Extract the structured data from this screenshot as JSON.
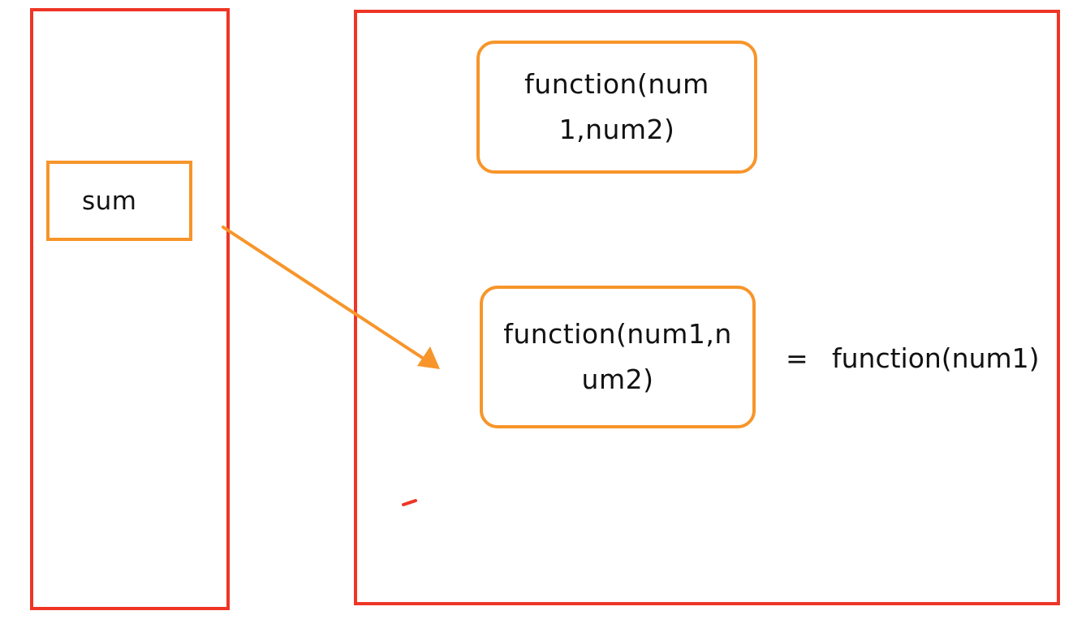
{
  "colors": {
    "frame": "#ee3526",
    "box": "#f7952a",
    "arrow": "#f7952a",
    "mark": "#ee3526",
    "text": "#111111"
  },
  "stack": {
    "variable_label": "sum"
  },
  "heap": {
    "function_box_1_text": "function(num\n1,num2)",
    "function_box_2_text": "function(num1,n\num2)",
    "equals_sign": "=",
    "equivalent_text": "function(num1)"
  },
  "icons": {
    "reference_arrow": "arrow-right-down-icon",
    "stray_mark": "dash-icon"
  }
}
